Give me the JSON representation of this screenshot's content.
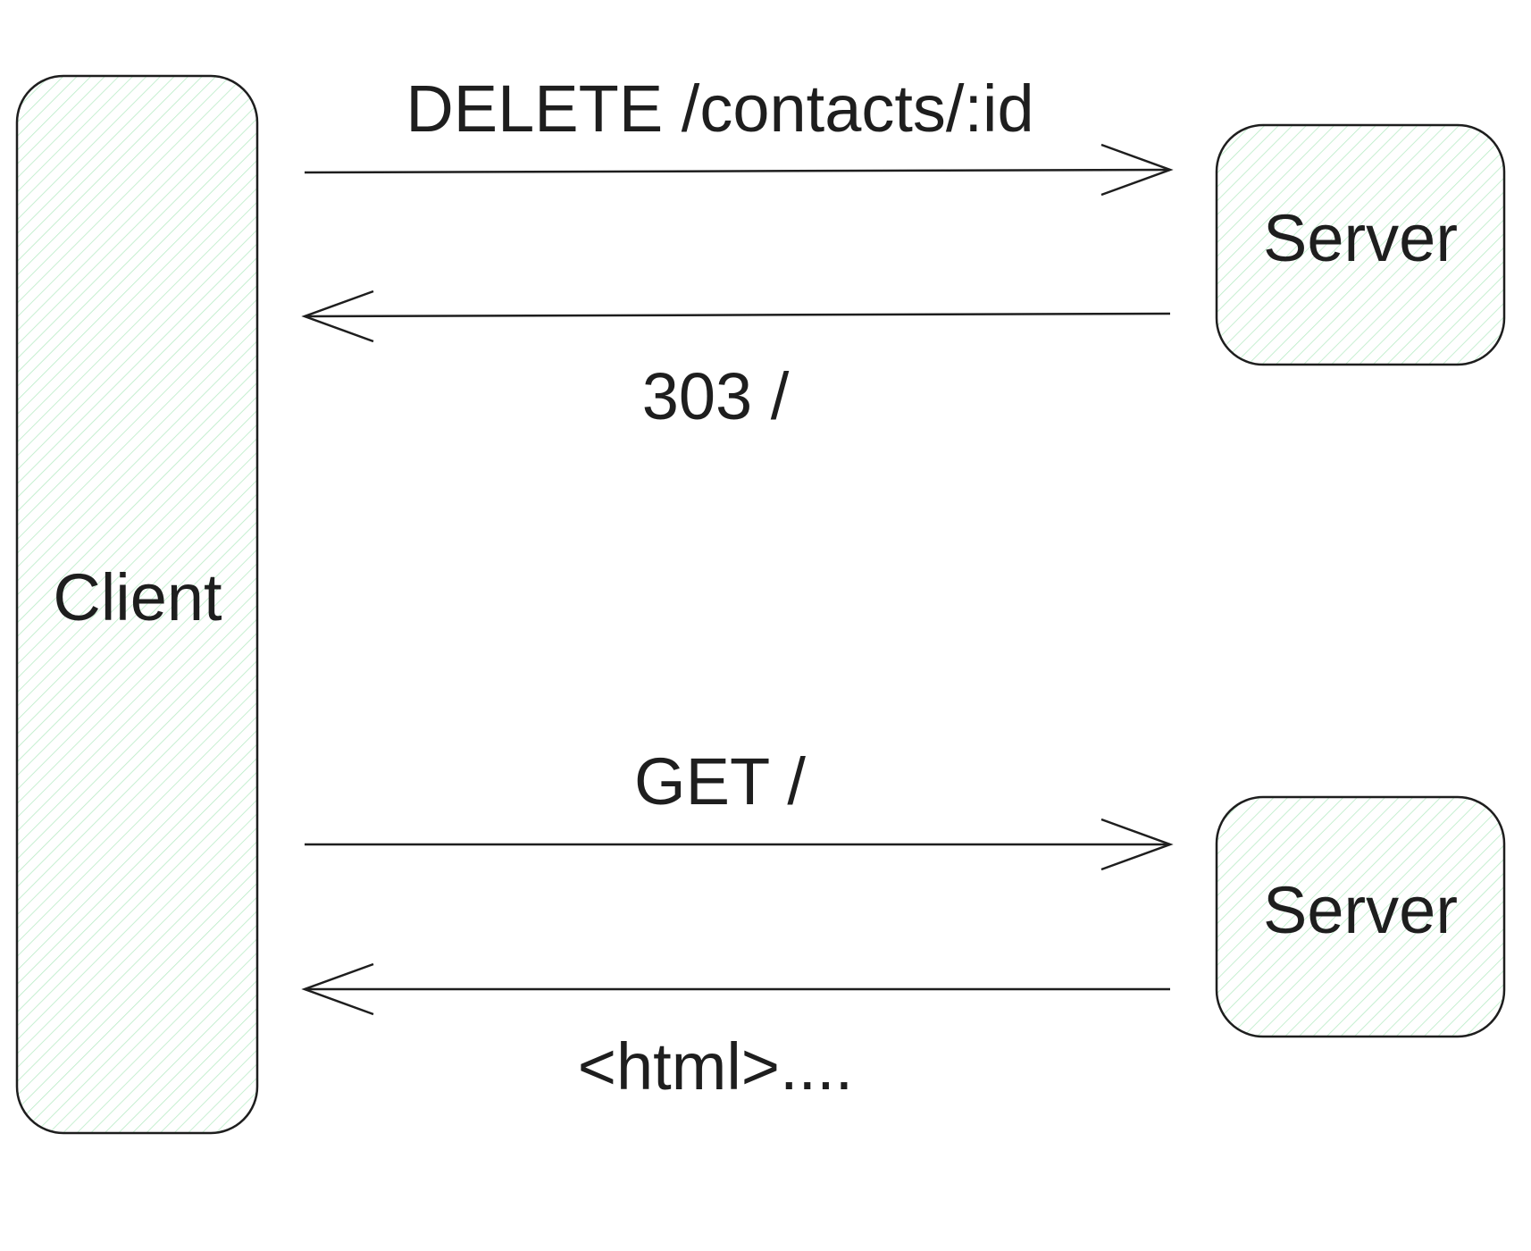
{
  "colors": {
    "stroke": "#1e1e1e",
    "fill": "#ffffff",
    "hatch": "#b9ecc6",
    "text": "#1e1e1e"
  },
  "nodes": {
    "client": {
      "label": "Client"
    },
    "server_top": {
      "label": "Server"
    },
    "server_bottom": {
      "label": "Server"
    }
  },
  "edges": {
    "delete_request": {
      "label": "DELETE /contacts/:id",
      "direction": "client-to-server"
    },
    "redirect_response": {
      "label": "303 /",
      "direction": "server-to-client"
    },
    "get_request": {
      "label": "GET /",
      "direction": "client-to-server"
    },
    "html_response": {
      "label": "<html>....",
      "direction": "server-to-client"
    }
  }
}
